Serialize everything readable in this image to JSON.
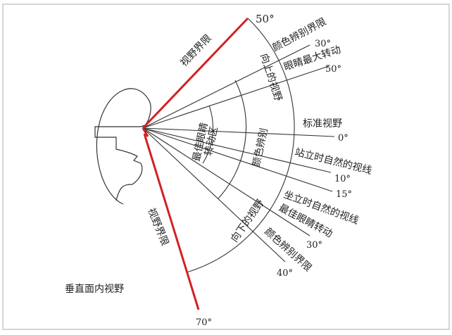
{
  "title": "垂直面内视野",
  "labels": {
    "upper_limit": "视野界限",
    "lower_limit": "视野界限",
    "upper_deg": "50°",
    "lower_deg": "70°",
    "color_limit_up": "颜色辨别界限",
    "deg30_up": "30°",
    "eye_max": "眼睛最大转动",
    "deg50_eye": "50°",
    "upward_view": "向上的视野",
    "standard_view": "标准视野",
    "deg0": "0°",
    "best_eye_zone_1": "最佳眼睛",
    "best_eye_zone_2": "转动区",
    "color_discrim": "颜色辨别",
    "standing_line": "站立时自然的视线",
    "deg10": "10°",
    "deg15": "15°",
    "sitting_line": "坐立时自然的视线",
    "best_eye_rot": "最佳眼睛转动",
    "deg30_down": "30°",
    "downward_view": "向下的视野",
    "color_limit_down": "颜色辨别界限",
    "deg40": "40°"
  },
  "colors": {
    "limit_line": "#d42020",
    "ink": "#333333",
    "frame": "#bbbbbb"
  }
}
